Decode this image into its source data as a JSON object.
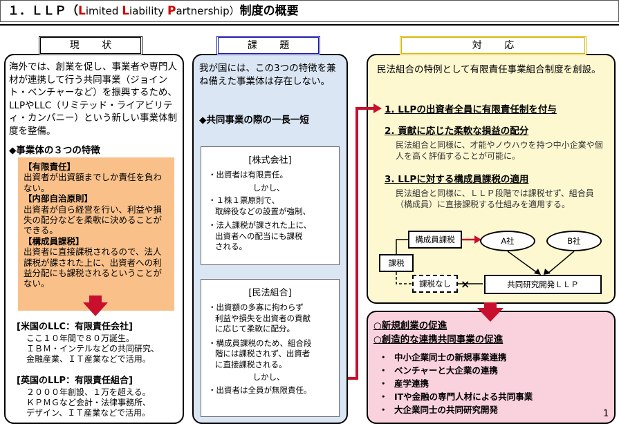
{
  "title": {
    "prefix": "１．ＬＬＰ（",
    "L1": "L",
    "w1": "imited ",
    "L2": "L",
    "w2": "iability ",
    "P": "P",
    "w3": "artnership）",
    "suffix": "制度の概要"
  },
  "headers": {
    "current": "現 状",
    "issue": "課 題",
    "response": "対 応"
  },
  "current": {
    "intro": "海外では、創業を促し、事業者や専門人材が連携して行う共同事業（ジョイント・ベンチャーなど）を振興するため、LLPやLLC（リミテッド・ライアビリティ・カンパニー）という新しい事業体制度を整備。",
    "feature_heading": "◆事業体の３つの特徴",
    "features": [
      {
        "label": "【有限責任】",
        "text": "出資者が出資額までしか責任を負わない。"
      },
      {
        "label": "【内部自治原則】",
        "text": "出資者が自ら経営を行い、利益や損失の配分などを柔軟に決めることができる。"
      },
      {
        "label": "【構成員課税】",
        "text": "出資者に直接課税されるので、法人課税が課された上に、出資者への利益分配にも課税されるということがない。"
      }
    ],
    "us_title": "[米国のLLC：有限責任会社]",
    "us_lines": [
      "ここ１０年間で８０万誕生。",
      "ＩＢＭ・インテルなどの共同研究、",
      "金融産業、ＩＴ産業などで活用。"
    ],
    "uk_title": "[英国のLLP：有限責任組合]",
    "uk_lines": [
      "２０００年創設、１万を超える。",
      "ＫＰＭＧなど会計・法律事務所、",
      "デザイン、ＩＴ産業などで活用。"
    ]
  },
  "issue": {
    "text": "我が国には、この3つの特徴を兼ね備えた事業体は存在しない。",
    "note": "◆共同事業の際の一長一短",
    "kabu": {
      "title": "[株式会社]",
      "lines": [
        "・出資者は有限責任。",
        "しかし、",
        "・１株１票原則で、",
        "取締役などの設置が強制、",
        "・法人課税が課された上に、",
        "出資者への配当にも課税",
        "される。"
      ]
    },
    "kumiai": {
      "title": "[民法組合]",
      "lines": [
        "・出資額の多寡に拘わらず",
        "利益や損失を出資者の貢献",
        "に応じて柔軟に配分。",
        "・構成員課税のため、組合段",
        "階には課税されず、出資者",
        "に直接課税される。",
        "しかし、",
        "・出資者は全員が無限責任。"
      ]
    }
  },
  "response": {
    "intro": "民法組合の特例として有限責任事業組合制度を創設。",
    "item1": "1. LLPの出資者全員に有限責任制を付与",
    "item2": "2. 貢献に応じた柔軟な損益の配分",
    "item2_body": "民法組合と同様に、才能やノウハウを持つ中小企業や個人を高く評価することが可能に。",
    "item3": "3. LLPに対する構成員課税の適用",
    "item3_body": "民法組合と同様に、ＬＬＰ段階では課税せず、組合員（構成員）に直接課税する仕組みを適用する。",
    "diagram": {
      "member_tax": "構成員課税",
      "tax": "課税",
      "no_tax": "課税なし",
      "a": "A社",
      "b": "B社",
      "llp": "共同研究開発ＬＬＰ"
    }
  },
  "effect": {
    "heads": [
      "○新規創業の促進",
      "○創造的な連携共同事業の促進"
    ],
    "items": [
      "中小企業同士の新規事業連携",
      "ベンチャーと大企業の連携",
      "産学連携",
      "ITや金融の専門人材による共同事業",
      "大企業同士の共同研究開発"
    ],
    "bullet": "・"
  },
  "page_number": "1",
  "colors": {
    "accent_red": "#c8102e",
    "issue_bg": "#dbe6f5",
    "response_bg": "#fdf8d0",
    "effect_bg": "#fad2de",
    "feature_bg": "#f9c08a"
  }
}
